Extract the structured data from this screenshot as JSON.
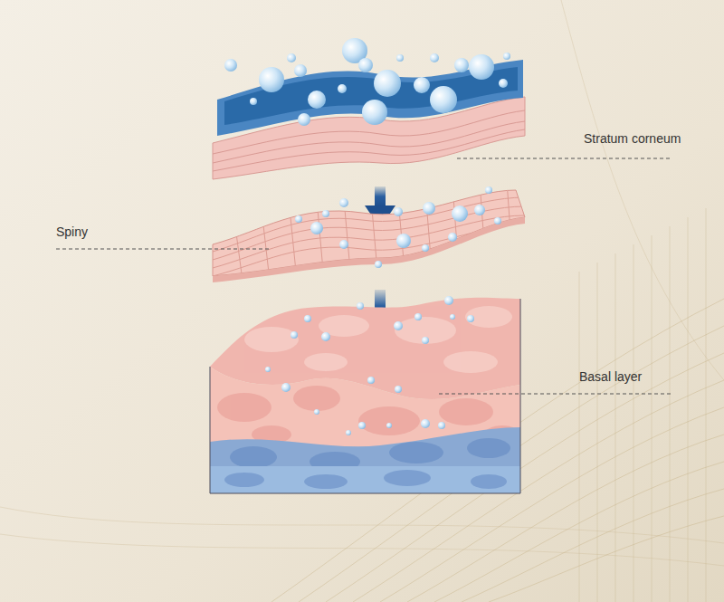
{
  "diagram": {
    "labels": [
      "Stratum corneum",
      "Spiny",
      "Basal layer"
    ]
  }
}
